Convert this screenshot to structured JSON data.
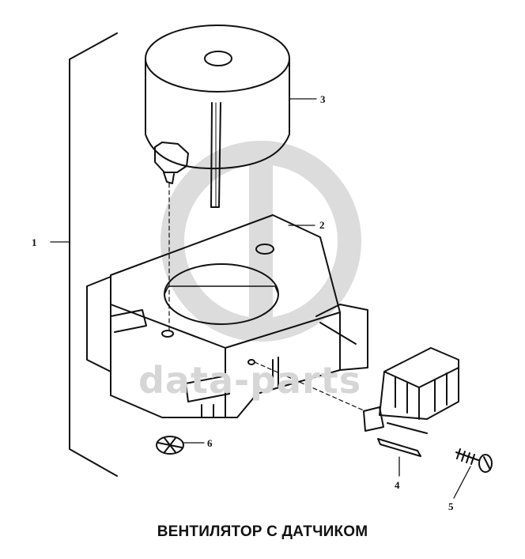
{
  "diagram": {
    "caption": "ВЕНТИЛЯТОР С ДАТЧИКОМ",
    "watermark": "data-parts",
    "callouts": [
      "1",
      "2",
      "3",
      "4",
      "5",
      "6"
    ]
  }
}
